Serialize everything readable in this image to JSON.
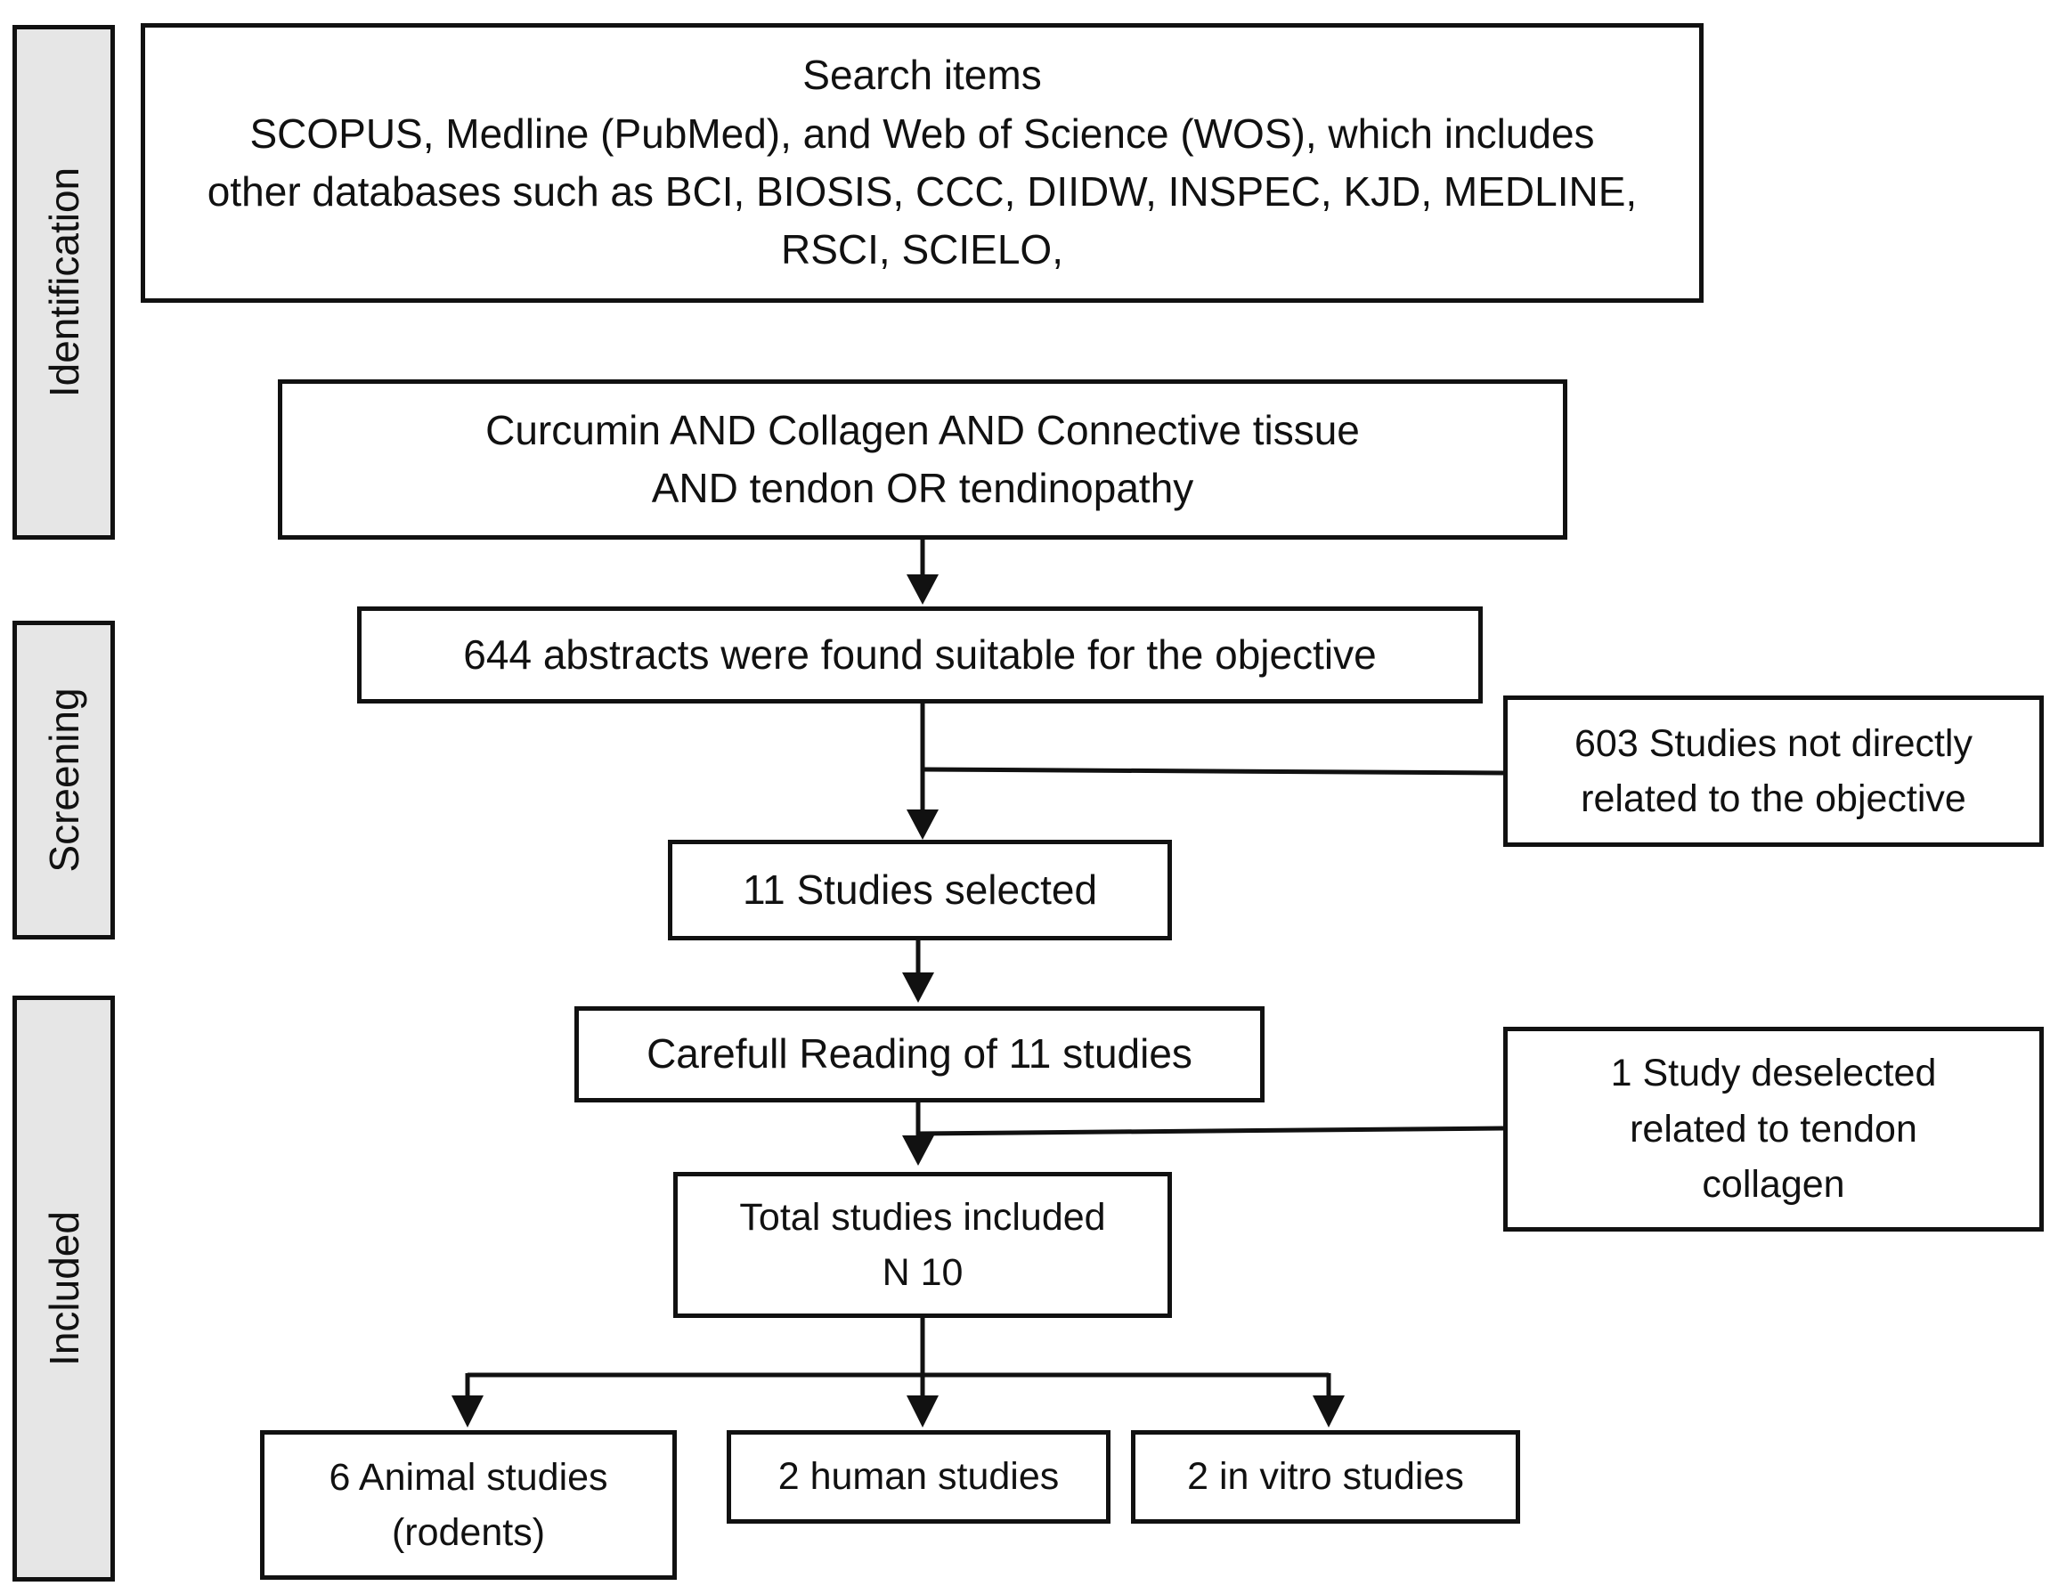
{
  "phases": {
    "identification": "Identification",
    "screening": "Screening",
    "included": "Included"
  },
  "boxes": {
    "search": {
      "line1": "Search items",
      "line2": "SCOPUS, Medline (PubMed), and Web of Science (WOS), which includes",
      "line3": "other databases such as BCI, BIOSIS, CCC, DIIDW, INSPEC, KJD, MEDLINE,",
      "line4": "RSCI, SCIELO,"
    },
    "query": {
      "line1": "Curcumin AND Collagen AND Connective tissue",
      "line2": "AND  tendon OR tendinopathy"
    },
    "abstracts": {
      "line1": "644  abstracts were found suitable for the objective"
    },
    "excluded_603": {
      "line1": "603 Studies not directly",
      "line2": "related to the objective"
    },
    "selected": {
      "line1": "11 Studies selected"
    },
    "reading": {
      "line1": "Carefull Reading of 11 studies"
    },
    "deselected": {
      "line1": "1 Study deselected",
      "line2": "related to tendon",
      "line3": "collagen"
    },
    "total": {
      "line1": "Total studies included",
      "line2": "N 10"
    },
    "animal": {
      "line1": "6 Animal studies",
      "line2": "(rodents)"
    },
    "human": {
      "line1": "2 human studies"
    },
    "invitro": {
      "line1": "2 in vitro studies"
    }
  }
}
